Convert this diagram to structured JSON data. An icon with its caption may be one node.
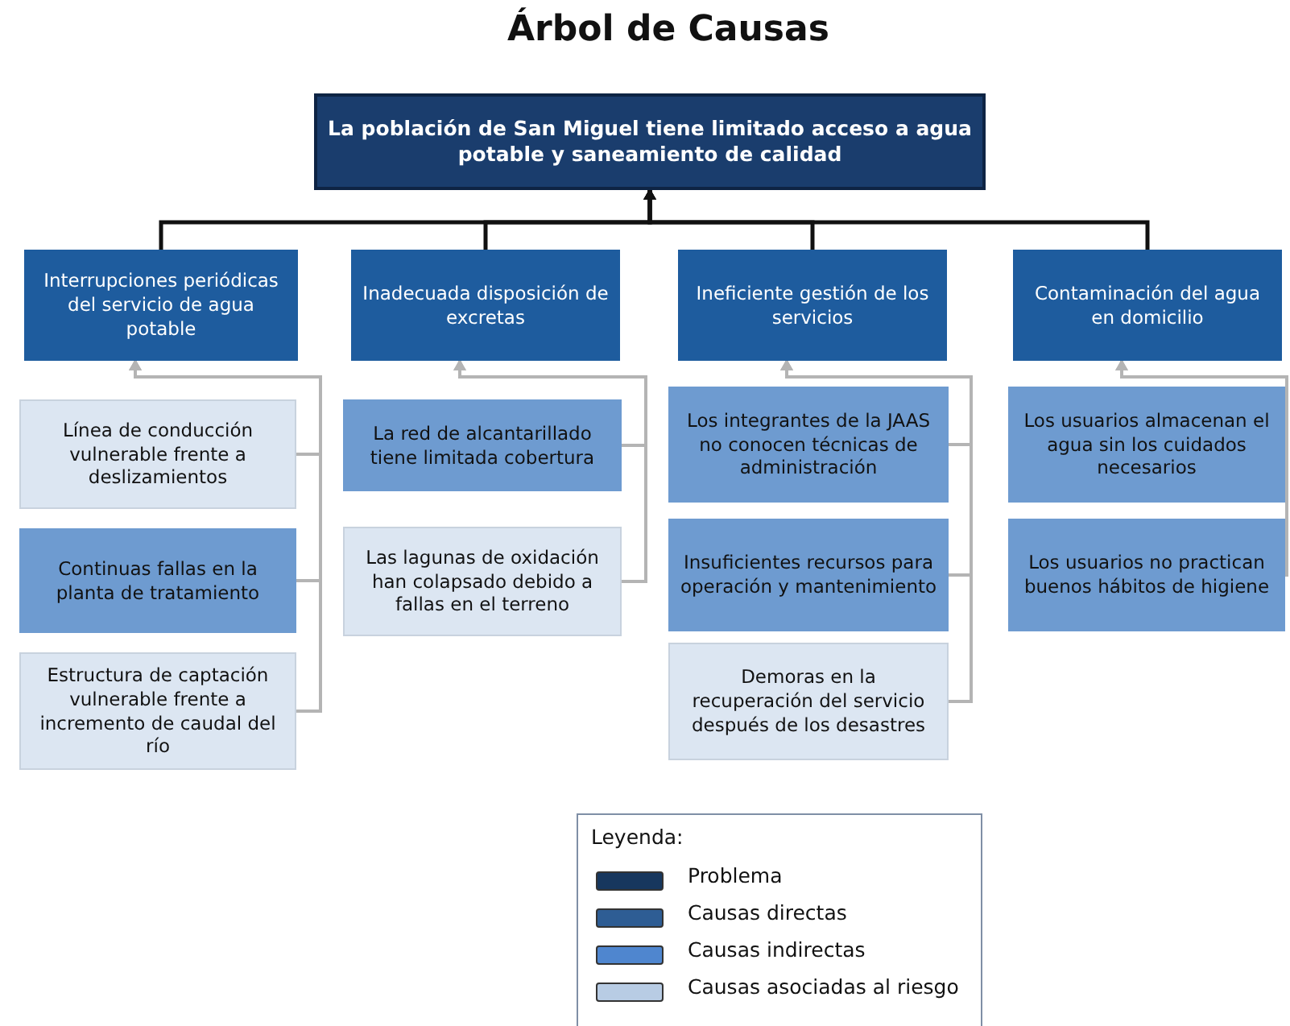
{
  "diagram": {
    "title": "Árbol de Causas",
    "nodes": [
      {
        "text": [
          "La población de San Miguel tiene limitado acceso a agua potable y saneamiento de calidad"
        ]
      },
      {
        "text": [
          "Interrupciones periódicas del servicio de agua potable"
        ]
      },
      {
        "text": [
          "Inadecuada disposición de excretas"
        ]
      },
      {
        "text": [
          "Ineficiente gestión de los servicios"
        ]
      },
      {
        "text": [
          "Contaminación del agua en domicilio"
        ]
      },
      {
        "text": [
          "Línea de conducción vulnerable frente a deslizamientos"
        ]
      },
      {
        "text": [
          "Continuas fallas en la planta de tratamiento"
        ]
      },
      {
        "text": [
          "Estructura de captación vulnerable frente a incremento de caudal del río"
        ]
      },
      {
        "text": [
          "La red de alcantarillado tiene limitada cobertura"
        ]
      },
      {
        "text": [
          "Las lagunas de oxidación han colapsado debido a fallas en el terreno"
        ]
      },
      {
        "text": [
          "Los integrantes de la JAAS no conocen técnicas de administración"
        ]
      },
      {
        "text": [
          "Insuficientes recursos para operación y mantenimiento"
        ]
      },
      {
        "text": [
          "Demoras en la recuperación del servicio después de los desastres"
        ]
      },
      {
        "text": [
          "Los usuarios almacenan el agua sin los cuidados necesarios"
        ]
      },
      {
        "text": [
          "Los usuarios no practican buenos hábitos de higiene"
        ]
      }
    ],
    "edges": [
      {
        "from": 1,
        "to": 0,
        "arrow": "to",
        "color": "#111111"
      },
      {
        "from": 2,
        "to": 0,
        "arrow": "to",
        "color": "#111111"
      },
      {
        "from": 3,
        "to": 0,
        "arrow": "to",
        "color": "#111111"
      },
      {
        "from": 4,
        "to": 0,
        "arrow": "to",
        "color": "#111111"
      },
      {
        "from": 5,
        "to": 1,
        "arrow": "to"
      },
      {
        "from": 6,
        "to": 1,
        "arrow": "to"
      },
      {
        "from": 7,
        "to": 1,
        "arrow": "to"
      },
      {
        "from": 8,
        "to": 2,
        "arrow": "to"
      },
      {
        "from": 9,
        "to": 2,
        "arrow": "to"
      },
      {
        "from": 10,
        "to": 3,
        "arrow": "to"
      },
      {
        "from": 11,
        "to": 3,
        "arrow": "to"
      },
      {
        "from": 12,
        "to": 3,
        "arrow": "to"
      },
      {
        "from": 13,
        "to": 4,
        "arrow": "to"
      },
      {
        "from": 14,
        "to": 4,
        "arrow": "to"
      }
    ],
    "labels": [
      "Leyenda:"
    ],
    "legend": [
      {
        "text": "Problema",
        "color": "#17375e"
      },
      {
        "text": "Causas directas",
        "color": "#2e5d94"
      },
      {
        "text": "Causas indirectas",
        "color": "#4f86cf"
      },
      {
        "text": "Causas asociadas al riesgo",
        "color": "#b8cce4"
      }
    ]
  }
}
